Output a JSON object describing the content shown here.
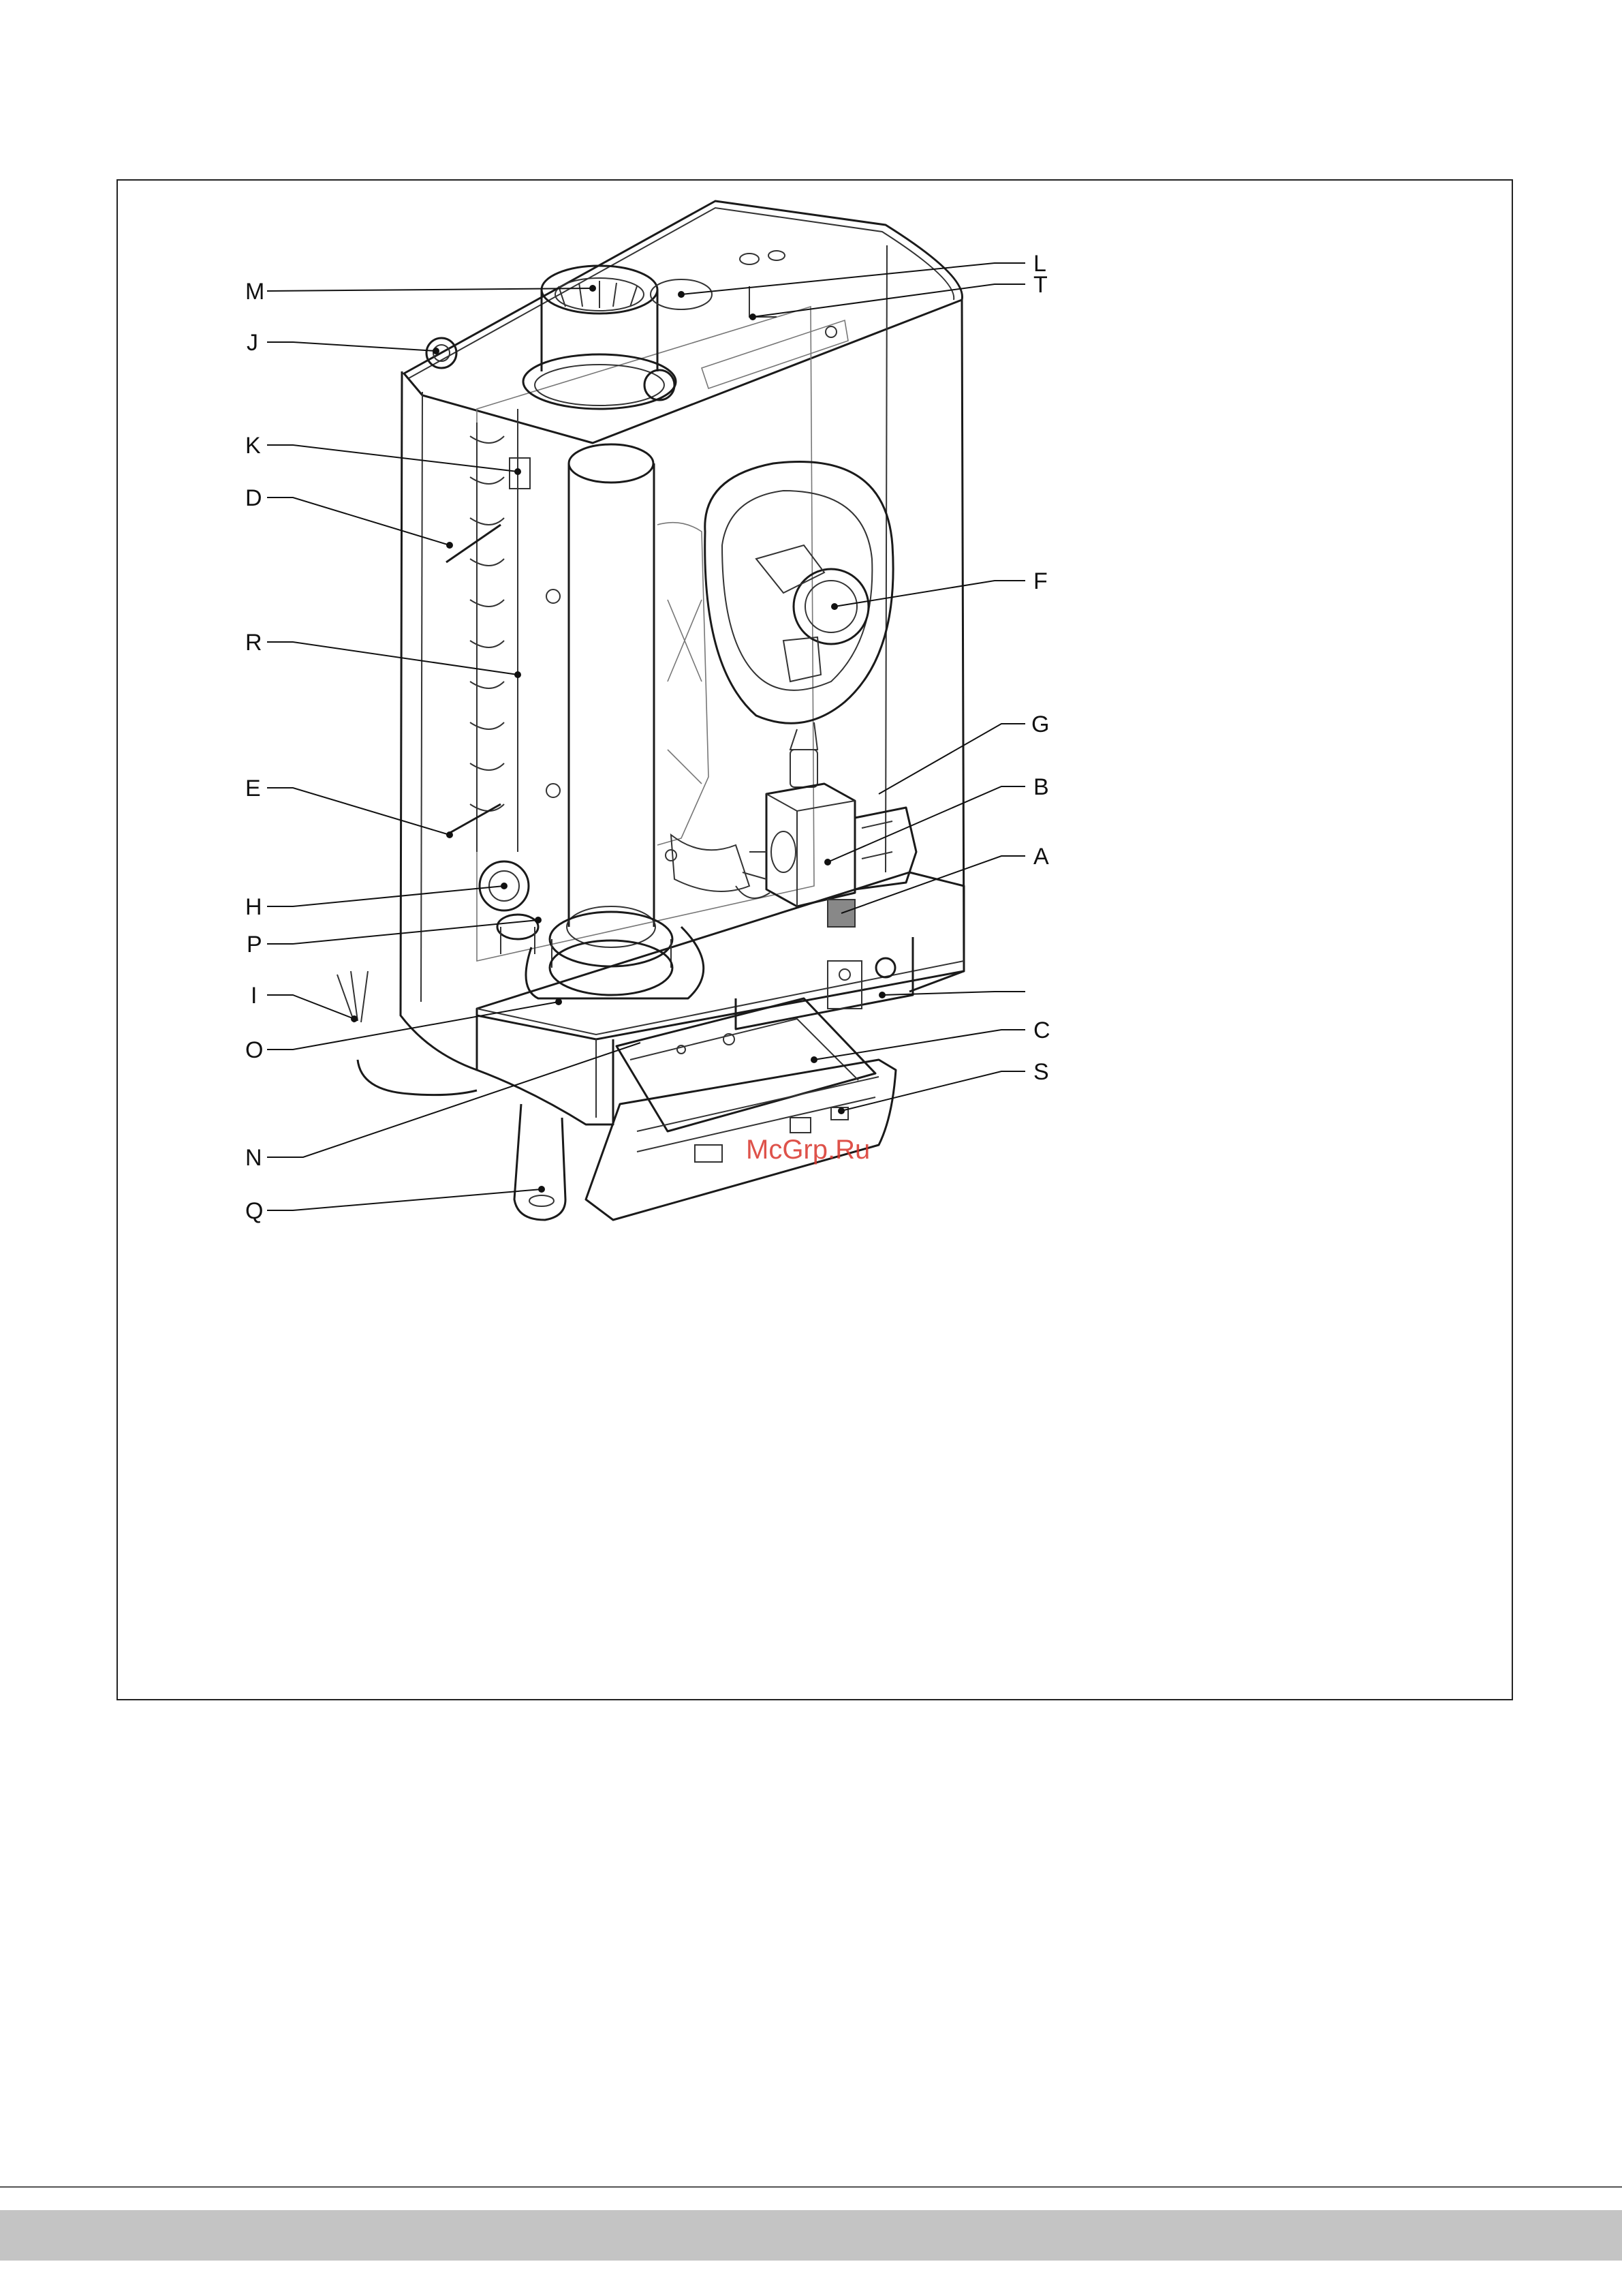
{
  "figure": {
    "callouts": [
      {
        "id": "M",
        "label": "M"
      },
      {
        "id": "J",
        "label": "J"
      },
      {
        "id": "K",
        "label": "K"
      },
      {
        "id": "D",
        "label": "D"
      },
      {
        "id": "R",
        "label": "R"
      },
      {
        "id": "E",
        "label": "E"
      },
      {
        "id": "H",
        "label": "H"
      },
      {
        "id": "P",
        "label": "P"
      },
      {
        "id": "I",
        "label": "I"
      },
      {
        "id": "O",
        "label": "O"
      },
      {
        "id": "N",
        "label": "N"
      },
      {
        "id": "Q",
        "label": "Q"
      },
      {
        "id": "L",
        "label": "L"
      },
      {
        "id": "T",
        "label": "T"
      },
      {
        "id": "F",
        "label": "F"
      },
      {
        "id": "G",
        "label": "G"
      },
      {
        "id": "B",
        "label": "B"
      },
      {
        "id": "A",
        "label": "A"
      },
      {
        "id": "C",
        "label": "C"
      },
      {
        "id": "S",
        "label": "S"
      }
    ],
    "watermark": "McGrp.Ru"
  },
  "colors": {
    "line": "#1a1a1a",
    "watermark": "#d9342b",
    "footer_band": "#c4c4c4"
  }
}
